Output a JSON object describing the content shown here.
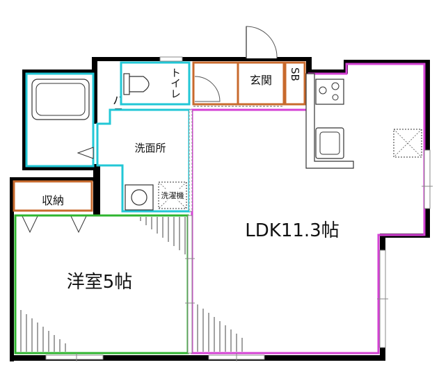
{
  "rooms": {
    "bathroom": {
      "label": "バスルーム",
      "color": "#22c7d6"
    },
    "toilet": {
      "label": "トイレ",
      "color": "#22c7d6"
    },
    "washroom": {
      "label": "洗面所",
      "color": "#22c7d6"
    },
    "entrance": {
      "label": "玄関",
      "color": "#c86a2d"
    },
    "shoe_box": {
      "label": "SB",
      "color": "#c86a2d"
    },
    "storage": {
      "label": "収納",
      "color": "#c86a2d"
    },
    "washing_machine": {
      "label": "洗濯機"
    },
    "western_room": {
      "label": "洋室5帖",
      "color": "#2fb52f"
    },
    "ldk": {
      "label": "LDK11.3帖",
      "color": "#d442d4"
    }
  },
  "colors": {
    "wall": "#000000",
    "fixture": "#333333"
  }
}
